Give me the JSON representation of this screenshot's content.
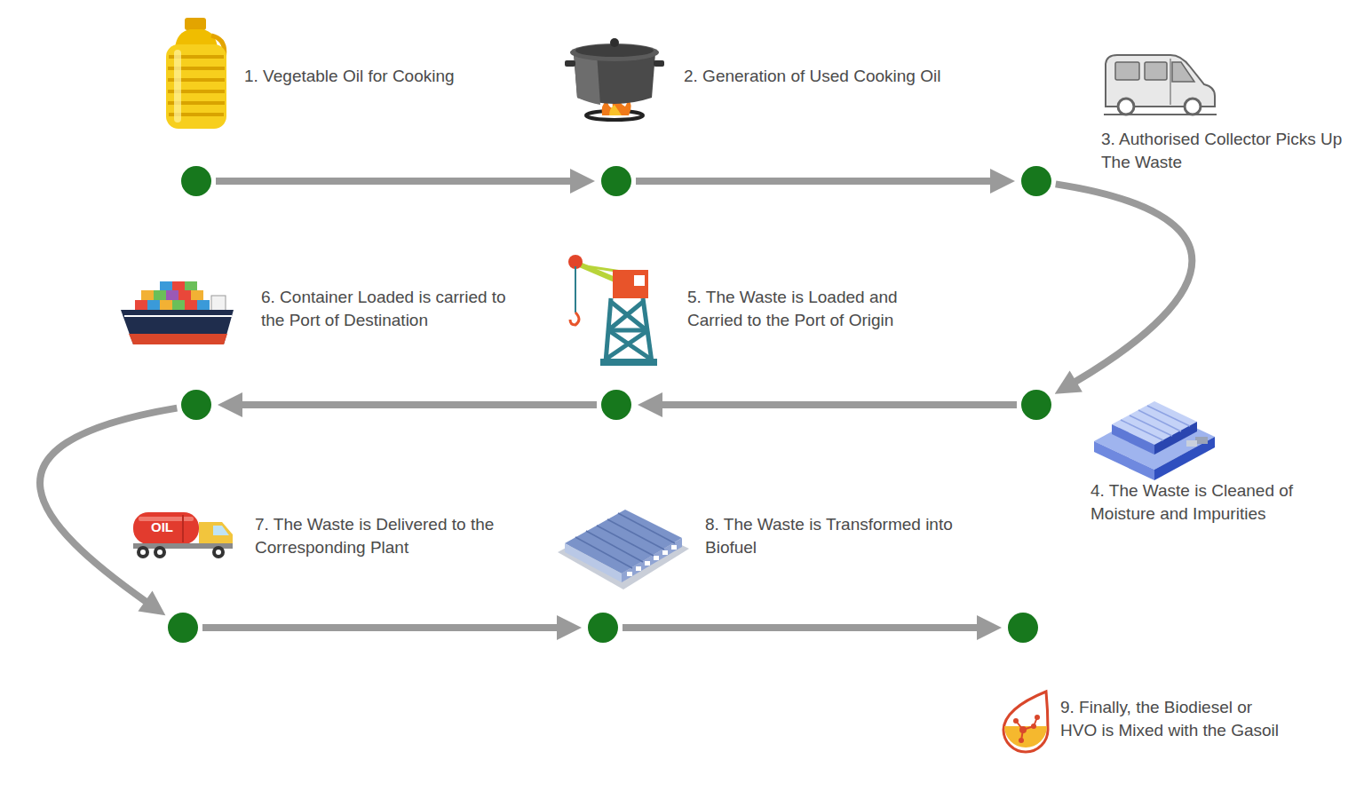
{
  "diagram": {
    "nodes": [
      {
        "text": [
          "1. Vegetable Oil for Cooking"
        ]
      },
      {
        "text": [
          "2. Generation of Used Cooking Oil"
        ]
      },
      {
        "text": [
          "3. Authorised Collector Picks Up The Waste"
        ]
      },
      {
        "text": [
          "4. The Waste is Cleaned of Moisture and Impurities"
        ]
      },
      {
        "text": [
          "5. The Waste is Loaded and Carried to the Port of Origin"
        ]
      },
      {
        "text": [
          "6. Container Loaded is carried to the Port of Destination"
        ]
      },
      {
        "text": [
          "7. The Waste is Delivered to the Corresponding Plant"
        ]
      },
      {
        "text": [
          "8. The Waste is Transformed into Biofuel"
        ]
      },
      {
        "text": [
          "9. Finally, the Biodiesel or HVO is Mixed with the Gasoil"
        ]
      }
    ],
    "edges": [
      {
        "from": 0,
        "to": 1,
        "arrow": "to"
      },
      {
        "from": 1,
        "to": 2,
        "arrow": "to"
      },
      {
        "from": 2,
        "to": 3,
        "arrow": "to"
      },
      {
        "from": 3,
        "to": 4,
        "arrow": "to"
      },
      {
        "from": 4,
        "to": 5,
        "arrow": "to"
      },
      {
        "from": 5,
        "to": 6,
        "arrow": "to"
      },
      {
        "from": 6,
        "to": 7,
        "arrow": "to"
      },
      {
        "from": 7,
        "to": 8,
        "arrow": "to"
      }
    ],
    "labels": [
      "OIL"
    ]
  }
}
